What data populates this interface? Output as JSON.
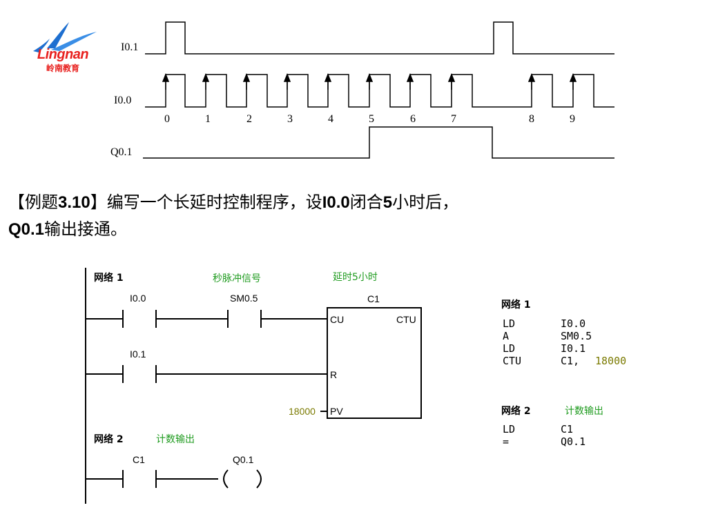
{
  "logo": {
    "name": "Lingnan",
    "subtitle": "岭南教育",
    "colors": {
      "primary": "#1e6fd0",
      "accent": "#e8201e"
    }
  },
  "timing": {
    "signals": [
      "I0.1",
      "I0.0",
      "Q0.1"
    ],
    "pulse_labels": [
      "0",
      "1",
      "2",
      "3",
      "4",
      "5",
      "6",
      "7",
      "8",
      "9"
    ]
  },
  "title": {
    "part1": "【例题",
    "num1": "3.10",
    "part2": "】编写一个长延时控制程序，设",
    "num2": "I0.0",
    "part3": "闭合",
    "num3": "5",
    "part4": "小时后，",
    "num4": "Q0.1",
    "part5": "输出接通。"
  },
  "ladder": {
    "network1": {
      "header": "网络 1",
      "comment_contact": "秒脉冲信号",
      "comment_counter": "延时5小时",
      "contact1": "I0.0",
      "contact2": "SM0.5",
      "contact3": "I0.1",
      "counter_name": "C1",
      "counter_type": "CTU",
      "pin_cu": "CU",
      "pin_r": "R",
      "pin_pv": "PV",
      "pv_value": "18000"
    },
    "network2": {
      "header": "网络 2",
      "comment": "计数输出",
      "contact": "C1",
      "coil": "Q0.1"
    }
  },
  "stl": {
    "network1": {
      "header": "网络 1",
      "lines": [
        {
          "op": "LD",
          "arg": "I0.0",
          "extra": ""
        },
        {
          "op": "A",
          "arg": "SM0.5",
          "extra": ""
        },
        {
          "op": "LD",
          "arg": "I0.1",
          "extra": ""
        },
        {
          "op": "CTU",
          "arg": "C1,",
          "extra": "18000"
        }
      ]
    },
    "network2": {
      "header": "网络 2",
      "comment": "计数输出",
      "lines": [
        {
          "op": "LD",
          "arg": "C1"
        },
        {
          "op": "=",
          "arg": "Q0.1"
        }
      ]
    }
  }
}
